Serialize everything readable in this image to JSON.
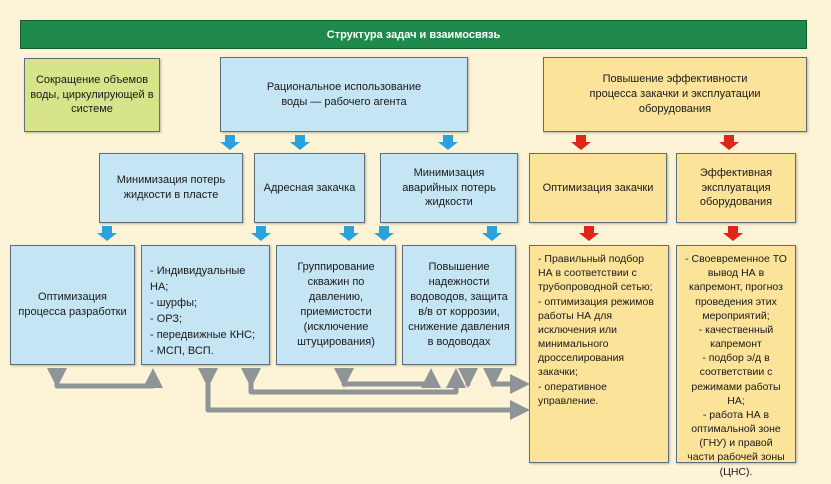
{
  "title": "Структура задач  и взаимосвязь",
  "top": {
    "reduce": "Сокращение объемов воды, циркулирующей в системе",
    "rational": "Рациональное использование воды — рабочего агента",
    "efficiency": "Повышение эффективности процесса закачки и эксплуатации оборудования"
  },
  "middle": {
    "min_loss": "Минимизация потерь жидкости в пласте",
    "addr": "Адресная закачка",
    "min_emerg": "Минимизация аварийных потерь жидкости",
    "opt_inj": "Оптимизация закачки",
    "eff_equip": "Эффективная эксплуатация оборудования"
  },
  "bottom": {
    "opt_dev": "Оптимизация процесса разработки",
    "individual": "- Индивидуальные НА;\n- шурфы;\n- ОРЗ;\n- передвижные КНС;\n- МСП, ВСП.",
    "grouping": "Группирование скважин по давлению, приемистости (исключение штуцирования)",
    "reliability": "Повышение надежности водоводов, защита в/в от коррозии, снижение давления в водоводах",
    "yellow1": "- Правильный подбор НА в соответствии с трубопроводной сетью;\n- оптимизация режимов работы НА для исключения или минимального дросселирования закачки;\n- оперативное управление.",
    "yellow2": "- Своевременное ТО вывод НА в капремонт, прогноз проведения этих мероприятий;\n- качественный капремонт\n- подбор э/д в соответствии с режимами работы НА;\n- работа НА в оптимальной зоне (ГНУ) и правой части рабочей зоны (ЦНС)."
  },
  "colors": {
    "title_bg": "#1f8a4c",
    "blue_box": "#c5e4f4",
    "yellow_box": "#fbe39a",
    "green_box": "#d8e48a",
    "blue_arrow": "#29a3dd",
    "red_arrow": "#e0251b",
    "connector": "#8f9496"
  }
}
